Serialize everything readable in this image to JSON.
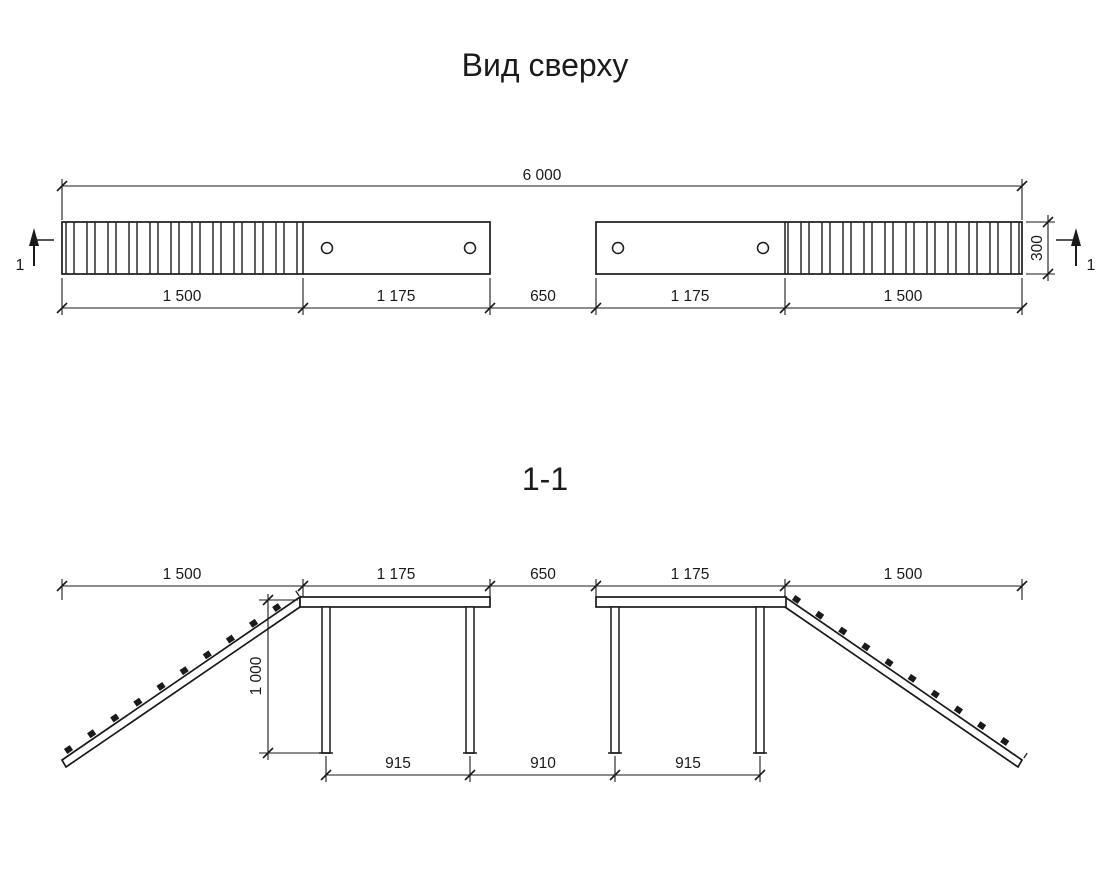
{
  "top_view": {
    "title": "Вид сверху",
    "dim_total": "6 000",
    "dim_width": "300",
    "section_label": "1",
    "segments": [
      "1 500",
      "1 175",
      "650",
      "1 175",
      "1 500"
    ]
  },
  "section_view": {
    "title": "1-1",
    "segments": [
      "1 500",
      "1 175",
      "650",
      "1 175",
      "1 500"
    ],
    "dim_height": "1 000",
    "leg_segments": [
      "915",
      "910",
      "915"
    ]
  }
}
